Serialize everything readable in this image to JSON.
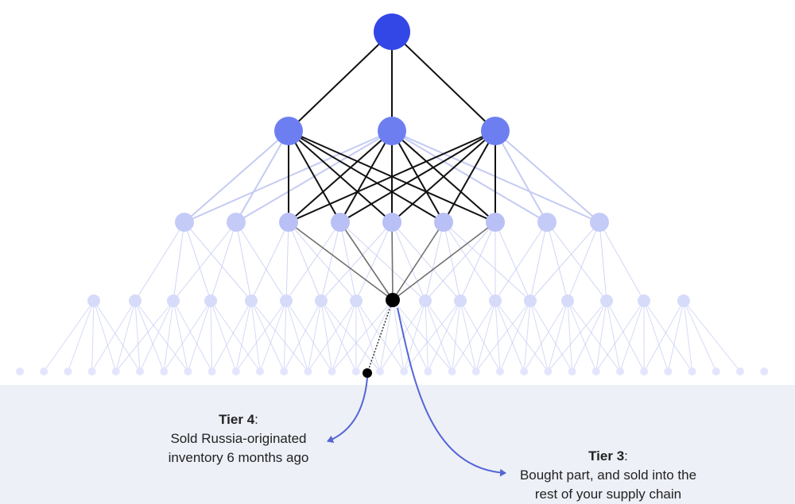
{
  "callouts": {
    "tier4": {
      "title": "Tier 4",
      "line1": "Sold Russia-originated",
      "line2": "inventory 6 months ago"
    },
    "tier3": {
      "title": "Tier 3",
      "line1": "Bought part, and sold into the",
      "line2": "rest of your supply chain"
    }
  },
  "colors": {
    "root": "#3347e6",
    "tier1": "#6d7ff0",
    "tier2": "#c4cbf7",
    "tier3": "#d6dbf9",
    "tier4": "#e3e6fb",
    "highlight_edge": "#111111",
    "faint_edge": "#c5cbf2",
    "arrow": "#5466d6",
    "band": "#eef0f7"
  }
}
